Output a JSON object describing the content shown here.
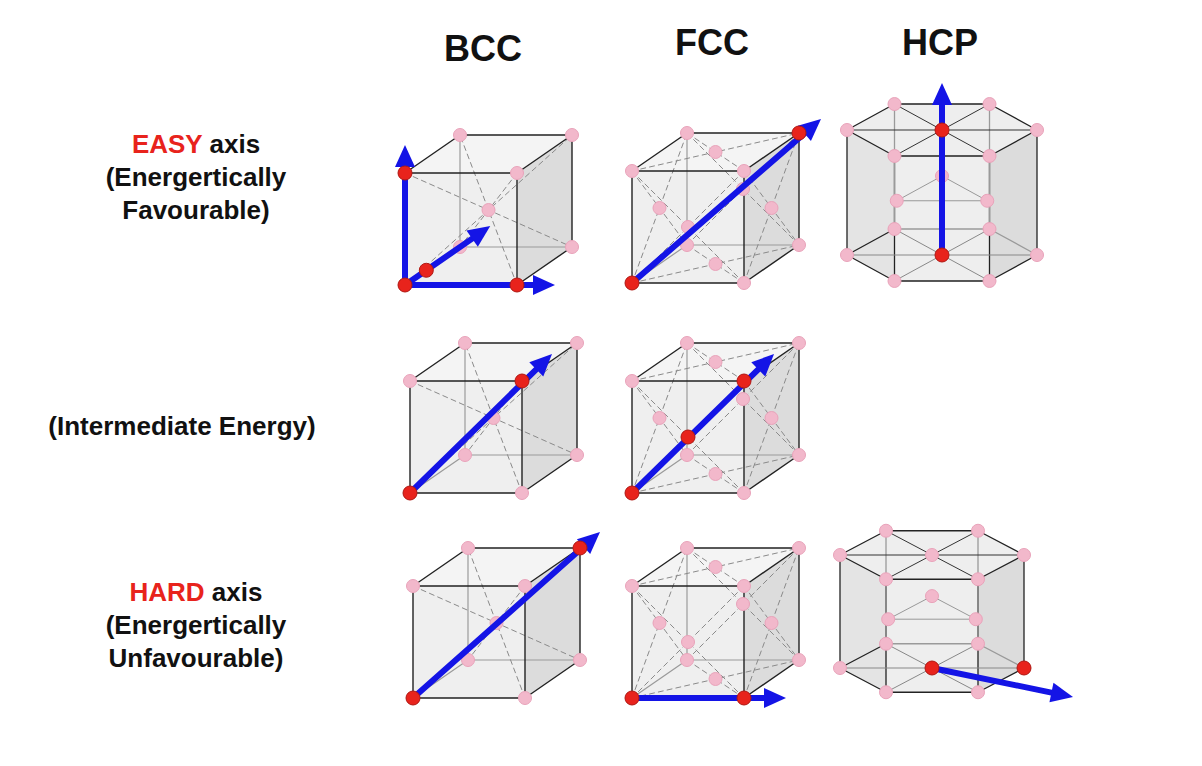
{
  "diagram": {
    "labels": [
      "BCC",
      "FCC",
      "HCP",
      "EASY",
      "axis",
      "(Energertically Favourable)",
      "(Intermediate Energy)",
      "HARD",
      "axis",
      "(Energertically Unfavourable)"
    ]
  }
}
